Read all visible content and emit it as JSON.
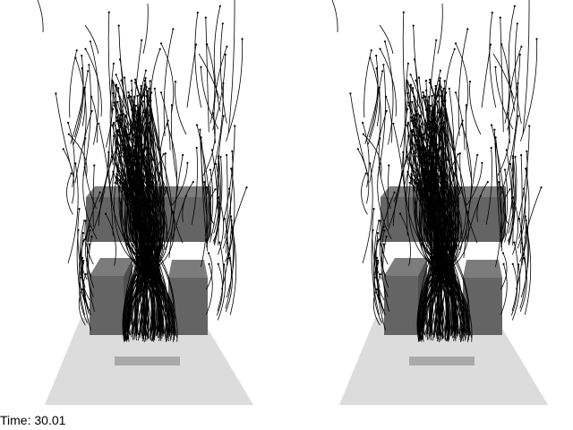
{
  "status": {
    "time_label": "Time:",
    "time_value": "30.01"
  },
  "scene": {
    "views": [
      "left-view",
      "right-view"
    ],
    "colors": {
      "background": "#ffffff",
      "floor": "#dcdcdc",
      "floor_marker": "#a9a9a9",
      "box_front": "#646464",
      "box_top": "#7c7c7c",
      "box_side": "#4f4f4f",
      "streamline": "#000000"
    }
  }
}
